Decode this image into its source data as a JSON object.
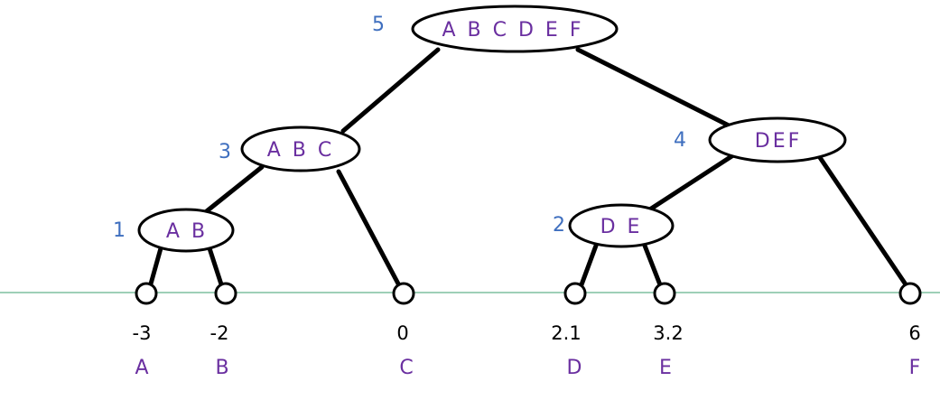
{
  "colors": {
    "cluster_text": "#6a2fa0",
    "order_text": "#3f6fbf",
    "axis_line": "#7fbf9f",
    "edge": "#000000"
  },
  "leaves": [
    {
      "value": "-3",
      "letter": "A"
    },
    {
      "value": "-2",
      "letter": "B"
    },
    {
      "value": "0",
      "letter": "C"
    },
    {
      "value": "2.1",
      "letter": "D"
    },
    {
      "value": "3.2",
      "letter": "E"
    },
    {
      "value": "6",
      "letter": "F"
    }
  ],
  "clusters": [
    {
      "label": "A B C D E F",
      "order": "5"
    },
    {
      "label": "A B C",
      "order": "3"
    },
    {
      "label": "DEF",
      "order": "4"
    },
    {
      "label": "A B",
      "order": "1"
    },
    {
      "label": "D E",
      "order": "2"
    }
  ]
}
